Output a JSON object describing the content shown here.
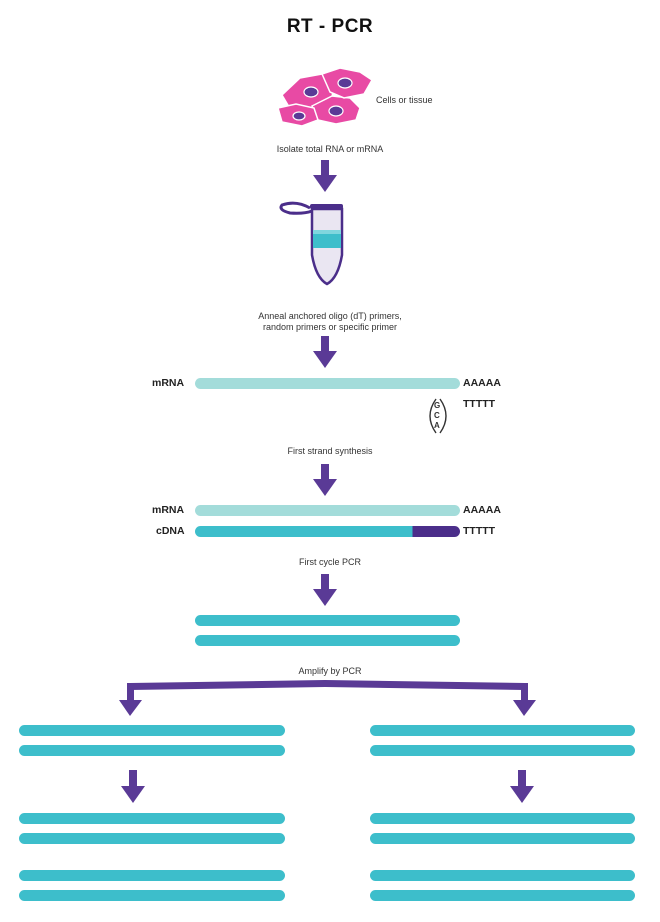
{
  "title": "RT - PCR",
  "cells_label": "Cells or tissue",
  "steps": {
    "isolate": "Isolate total RNA or mRNA",
    "anneal_line1": "Anneal anchored oligo (dT) primers,",
    "anneal_line2": "random primers or specific primer",
    "first_strand": "First strand synthesis",
    "first_cycle": "First cycle PCR",
    "amplify": "Amplify by PCR"
  },
  "labels": {
    "mrna": "mRNA",
    "cdna": "cDNA",
    "polyA": "AAAAA",
    "polyT": "TTTTT"
  },
  "primer_letters": [
    "G",
    "C",
    "A"
  ],
  "colors": {
    "arrow": "#5a3a96",
    "strand_light": "#a3dcda",
    "strand_teal": "#3dbecb",
    "cdna_tail": "#4b2e8a",
    "cell_body": "#e84aa4",
    "cell_nucleus": "#5a3a96",
    "tube_liquid": "#3dbecb"
  }
}
